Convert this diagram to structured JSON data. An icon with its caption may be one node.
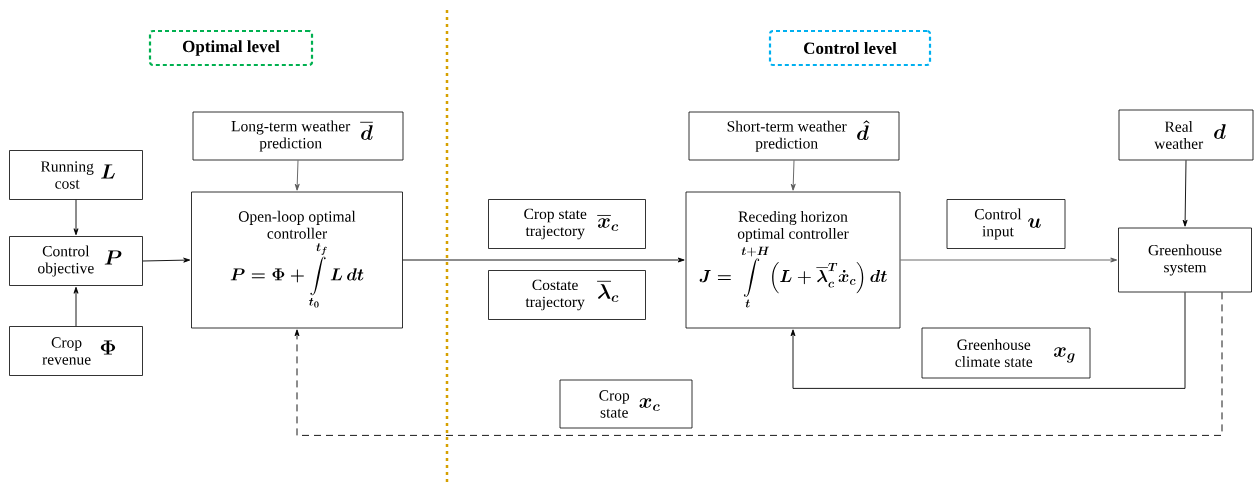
{
  "diagram": {
    "nodes": [
      {
        "text": [
          "Optimal level"
        ]
      },
      {
        "text": [
          "Control level"
        ]
      },
      {
        "text": [
          "Running cost",
          "L"
        ]
      },
      {
        "text": [
          "Control objective",
          "P"
        ]
      },
      {
        "text": [
          "Crop revenue",
          "\\Phi"
        ]
      },
      {
        "text": [
          "Long-term weather prediction",
          "\\overline{d}"
        ]
      },
      {
        "text": [
          "Open-loop optimal controller",
          "P=\\Phi+\\int\\limits_{t_0}^{t_f} L\\,dt"
        ]
      },
      {
        "text": [
          "Crop state trajectory",
          "\\overline{x}_c"
        ]
      },
      {
        "text": [
          "Costate trajectory",
          "\\overline{\\lambda}_c"
        ]
      },
      {
        "text": [
          "Short-term weather prediction",
          "\\hat{d}"
        ]
      },
      {
        "text": [
          "Receding horizon optimal controller",
          "J=\\int\\limits_{t}^{t+H}\\left(L+\\overline{\\lambda}_c^T\\dot{x}_c\\right)dt"
        ]
      },
      {
        "text": [
          "Control input",
          "u"
        ]
      },
      {
        "text": [
          "Real weather",
          "d"
        ]
      },
      {
        "text": [
          "Greenhouse system"
        ]
      },
      {
        "text": [
          "Greenhouse climate state",
          "x_g"
        ]
      },
      {
        "text": [
          "Crop state",
          "x_c"
        ]
      }
    ],
    "edges": [
      {
        "from": 2,
        "to": 3,
        "arrow": "to"
      },
      {
        "from": 4,
        "to": 3,
        "arrow": "to"
      },
      {
        "from": 3,
        "to": 6,
        "arrow": "to"
      },
      {
        "from": 5,
        "to": 6,
        "arrow": "to",
        "color": "#595959"
      },
      {
        "from": 6,
        "to": 10,
        "arrow": "to"
      },
      {
        "from": 9,
        "to": 10,
        "arrow": "to",
        "color": "#595959"
      },
      {
        "from": 10,
        "to": 13,
        "arrow": "to",
        "color": "#595959"
      },
      {
        "from": 12,
        "to": 13,
        "arrow": "to"
      },
      {
        "from": 13,
        "to": 10,
        "arrow": "to"
      },
      {
        "from": 13,
        "to": 6,
        "arrow": "to",
        "style": "dashed"
      }
    ]
  }
}
